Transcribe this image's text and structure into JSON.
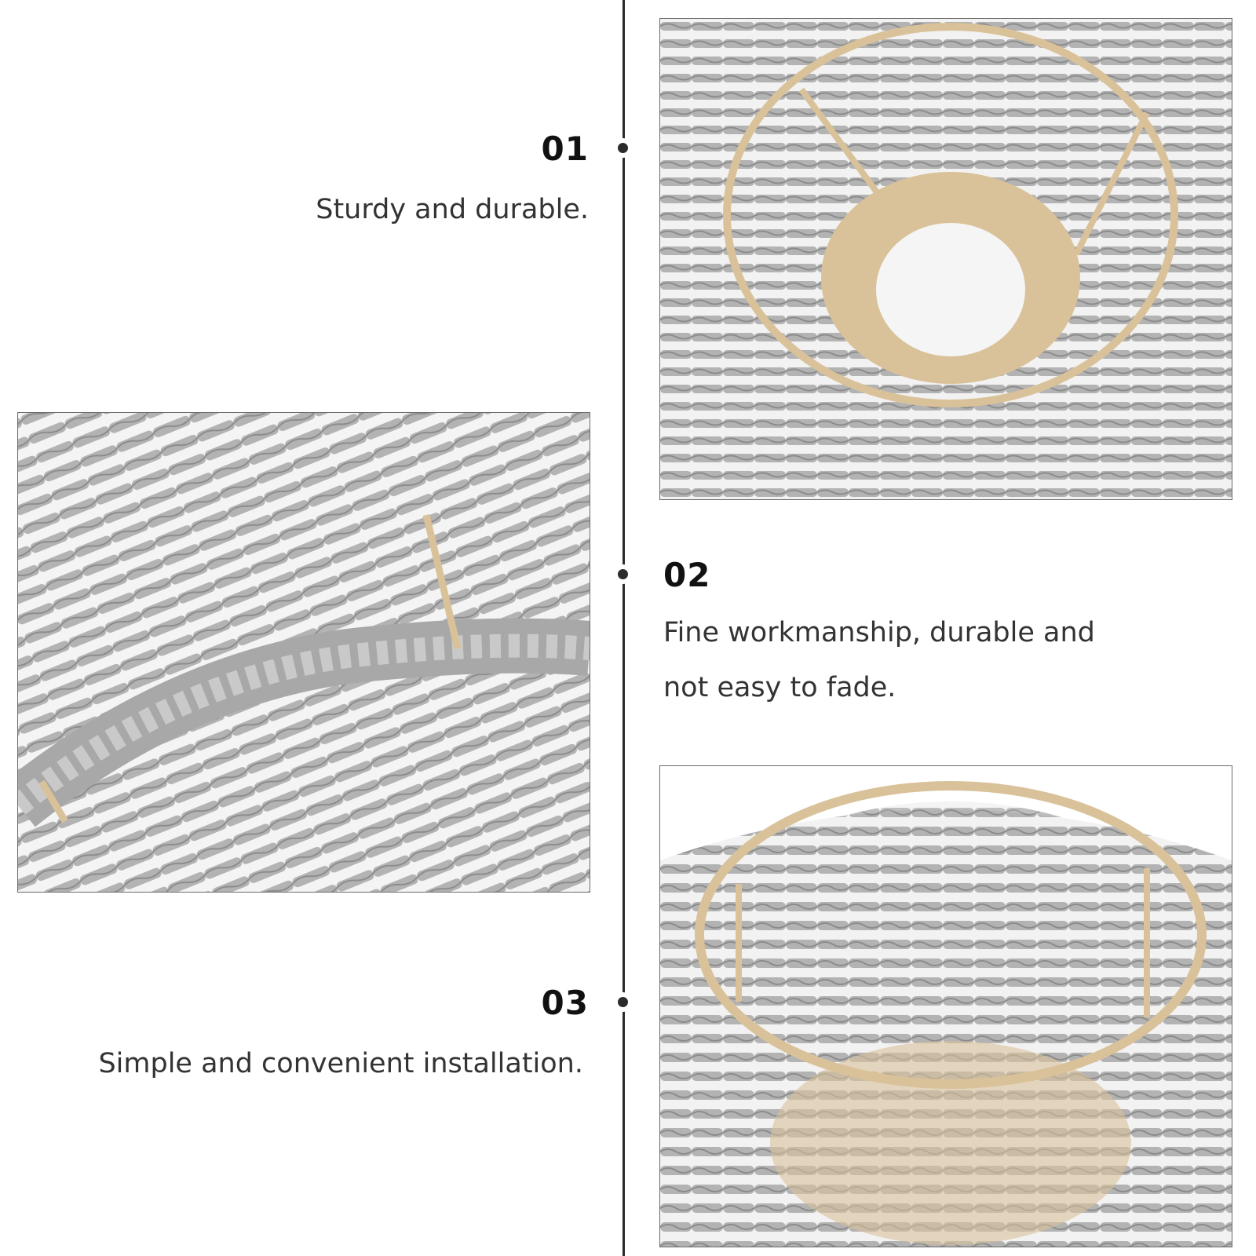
{
  "features": [
    {
      "number": "01",
      "text": "Sturdy and durable."
    },
    {
      "number": "02",
      "text_line1": "Fine workmanship, durable and",
      "text_line2": "not easy to fade."
    },
    {
      "number": "03",
      "text": "Simple and convenient installation."
    }
  ],
  "images": [
    {
      "subject": "woven rope lampshade interior with frame ring"
    },
    {
      "subject": "close-up of woven rope lampshade rim"
    },
    {
      "subject": "woven rope lampshade top opening with frame"
    }
  ],
  "colors": {
    "rope_gray": "#b3b3b3",
    "rope_shadow": "#8c8c8c",
    "frame_tan": "#d9c29a",
    "line": "#2b2b2b",
    "text": "#333333"
  }
}
